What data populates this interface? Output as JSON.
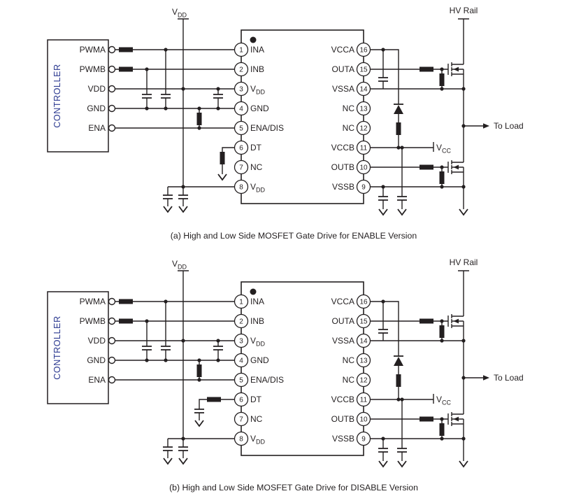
{
  "figure": {
    "background": "#ffffff",
    "wire_color": "#231f20",
    "controller_color": "#2b3990"
  },
  "circuits": [
    {
      "caption": "(a) High and Low Side MOSFET Gate Drive for ENABLE Version",
      "labels": {
        "vdd_base": "V",
        "vdd_sub": "DD",
        "hv_rail": "HV Rail",
        "to_load": "To Load",
        "vcc_base": "V",
        "vcc_sub": "CC"
      },
      "controller": {
        "label": "CONTROLLER",
        "pins": [
          "PWMA",
          "PWMB",
          "VDD",
          "GND",
          "ENA"
        ]
      },
      "ic": {
        "left_pins": [
          {
            "num": "1",
            "name": "INA"
          },
          {
            "num": "2",
            "name": "INB"
          },
          {
            "num": "3",
            "base": "V",
            "sub": "DD"
          },
          {
            "num": "4",
            "name": "GND"
          },
          {
            "num": "5",
            "name": "ENA/DIS"
          },
          {
            "num": "6",
            "name": "DT"
          },
          {
            "num": "7",
            "name": "NC"
          },
          {
            "num": "8",
            "base": "V",
            "sub": "DD"
          }
        ],
        "right_pins": [
          {
            "num": "16",
            "name": "VCCA"
          },
          {
            "num": "15",
            "name": "OUTA"
          },
          {
            "num": "14",
            "name": "VSSA"
          },
          {
            "num": "13",
            "name": "NC"
          },
          {
            "num": "12",
            "name": "NC"
          },
          {
            "num": "11",
            "name": "VCCB"
          },
          {
            "num": "10",
            "name": "OUTB"
          },
          {
            "num": "9",
            "name": "VSSB"
          }
        ]
      }
    },
    {
      "caption": "(b) High and Low Side MOSFET Gate Drive for DISABLE Version",
      "labels": {
        "vdd_base": "V",
        "vdd_sub": "DD",
        "hv_rail": "HV Rail",
        "to_load": "To Load",
        "vcc_base": "V",
        "vcc_sub": "CC"
      },
      "controller": {
        "label": "CONTROLLER",
        "pins": [
          "PWMA",
          "PWMB",
          "VDD",
          "GND",
          "ENA"
        ]
      },
      "ic": {
        "left_pins": [
          {
            "num": "1",
            "name": "INA"
          },
          {
            "num": "2",
            "name": "INB"
          },
          {
            "num": "3",
            "base": "V",
            "sub": "DD"
          },
          {
            "num": "4",
            "name": "GND"
          },
          {
            "num": "5",
            "name": "ENA/DIS"
          },
          {
            "num": "6",
            "name": "DT"
          },
          {
            "num": "7",
            "name": "NC"
          },
          {
            "num": "8",
            "base": "V",
            "sub": "DD"
          }
        ],
        "right_pins": [
          {
            "num": "16",
            "name": "VCCA"
          },
          {
            "num": "15",
            "name": "OUTA"
          },
          {
            "num": "14",
            "name": "VSSA"
          },
          {
            "num": "13",
            "name": "NC"
          },
          {
            "num": "12",
            "name": "NC"
          },
          {
            "num": "11",
            "name": "VCCB"
          },
          {
            "num": "10",
            "name": "OUTB"
          },
          {
            "num": "9",
            "name": "VSSB"
          }
        ]
      }
    }
  ]
}
